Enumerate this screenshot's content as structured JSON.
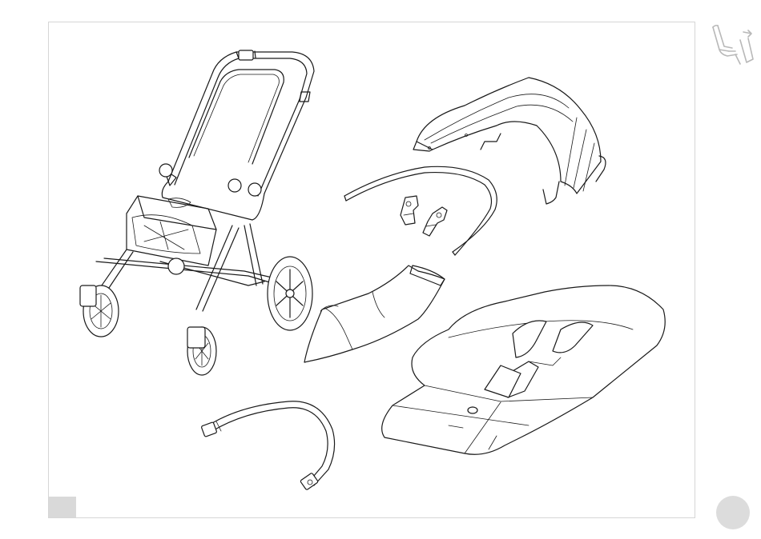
{
  "page": {
    "accent_gray": "#d9d9d9",
    "line_color": "#1a1a1a",
    "section_icon": "stroller-seat-transfer-icon"
  },
  "parts": [
    "stroller-frame",
    "sun-canopy",
    "canopy-wire",
    "canopy-clip-left",
    "canopy-clip-right",
    "foot-cover",
    "seat-cushion",
    "bumper-bar"
  ]
}
